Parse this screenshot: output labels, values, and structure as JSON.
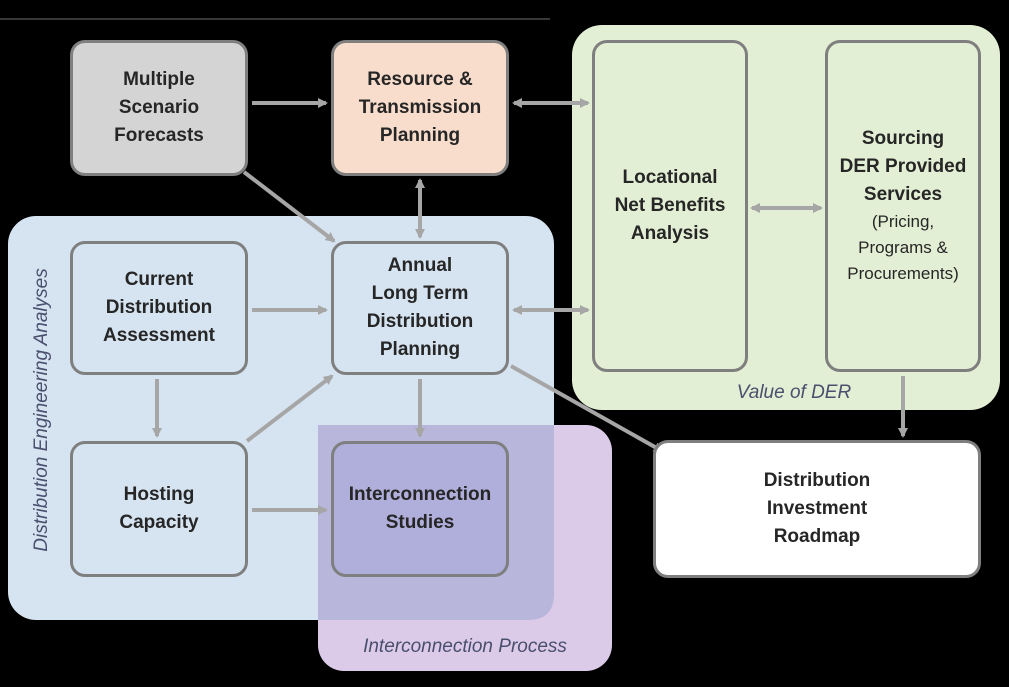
{
  "regions": {
    "distribution_engineering": "Distribution Engineering Analyses",
    "interconnection_process": "Interconnection Process",
    "value_of_der": "Value of DER"
  },
  "nodes": {
    "multiple_scenario_forecasts": [
      "Multiple",
      "Scenario",
      "Forecasts"
    ],
    "resource_transmission_planning": [
      "Resource &",
      "Transmission",
      "Planning"
    ],
    "locational_net_benefits": [
      "Locational",
      "Net Benefits",
      "Analysis"
    ],
    "sourcing_der": [
      "Sourcing",
      "DER Provided",
      "Services"
    ],
    "sourcing_der_detail": [
      "(Pricing,",
      "Programs &",
      "Procurements)"
    ],
    "current_distribution_assessment": [
      "Current",
      "Distribution",
      "Assessment"
    ],
    "annual_long_term_planning": [
      "Annual",
      "Long Term",
      "Distribution",
      "Planning"
    ],
    "hosting_capacity": [
      "Hosting",
      "Capacity"
    ],
    "interconnection_studies": [
      "Interconnection",
      "Studies"
    ],
    "distribution_investment_roadmap": [
      "Distribution",
      "Investment",
      "Roadmap"
    ]
  },
  "colors": {
    "background": "#000000",
    "blue_region": "#d6e4f1",
    "green_region": "#e3efd4",
    "purple_region": "#dccbe8",
    "overlap_region": "#b9b6dc",
    "forecast_box": "#d4d4d4",
    "resource_box": "#f8ddcc",
    "white_box": "#ffffff",
    "interconnection_box": "#b0aedb",
    "box_border": "#7f7f7f",
    "arrow": "#a6a6a6"
  },
  "edges": [
    {
      "from": "multiple_scenario_forecasts",
      "to": "resource_transmission_planning",
      "direction": "forward"
    },
    {
      "from": "multiple_scenario_forecasts",
      "to": "annual_long_term_planning",
      "direction": "forward"
    },
    {
      "from": "resource_transmission_planning",
      "to": "locational_net_benefits",
      "direction": "both"
    },
    {
      "from": "resource_transmission_planning",
      "to": "annual_long_term_planning",
      "direction": "both"
    },
    {
      "from": "locational_net_benefits",
      "to": "sourcing_der",
      "direction": "both"
    },
    {
      "from": "annual_long_term_planning",
      "to": "locational_net_benefits",
      "direction": "both"
    },
    {
      "from": "current_distribution_assessment",
      "to": "annual_long_term_planning",
      "direction": "forward"
    },
    {
      "from": "current_distribution_assessment",
      "to": "hosting_capacity",
      "direction": "forward"
    },
    {
      "from": "hosting_capacity",
      "to": "annual_long_term_planning",
      "direction": "forward"
    },
    {
      "from": "hosting_capacity",
      "to": "interconnection_studies",
      "direction": "forward"
    },
    {
      "from": "annual_long_term_planning",
      "to": "interconnection_studies",
      "direction": "forward"
    },
    {
      "from": "annual_long_term_planning",
      "to": "distribution_investment_roadmap",
      "direction": "forward"
    },
    {
      "from": "sourcing_der",
      "to": "distribution_investment_roadmap",
      "direction": "forward"
    }
  ]
}
